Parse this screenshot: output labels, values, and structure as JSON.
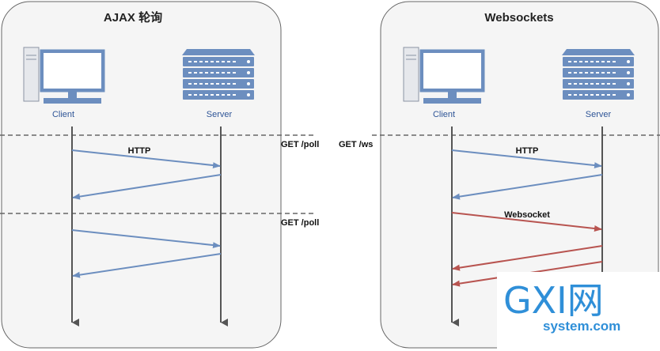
{
  "panels": {
    "ajax": {
      "title": "AJAX 轮询",
      "client_label": "Client",
      "server_label": "Server"
    },
    "ws": {
      "title": "Websockets",
      "client_label": "Client",
      "server_label": "Server"
    }
  },
  "messages": {
    "ajax_http": "HTTP",
    "ws_http": "HTTP",
    "ws_websocket": "Websocket"
  },
  "requests": {
    "poll_1": "GET /poll",
    "poll_2": "GET /poll",
    "ws": "GET /ws"
  },
  "watermark": {
    "brand": "GXI网",
    "domain": "system.com"
  },
  "colors": {
    "http_arrow": "#6c8ebf",
    "websocket_arrow": "#b85450",
    "panel_fill": "#f5f5f5",
    "panel_stroke": "#666666",
    "lifeline": "#555555",
    "watermark": "#2f8fd8"
  }
}
